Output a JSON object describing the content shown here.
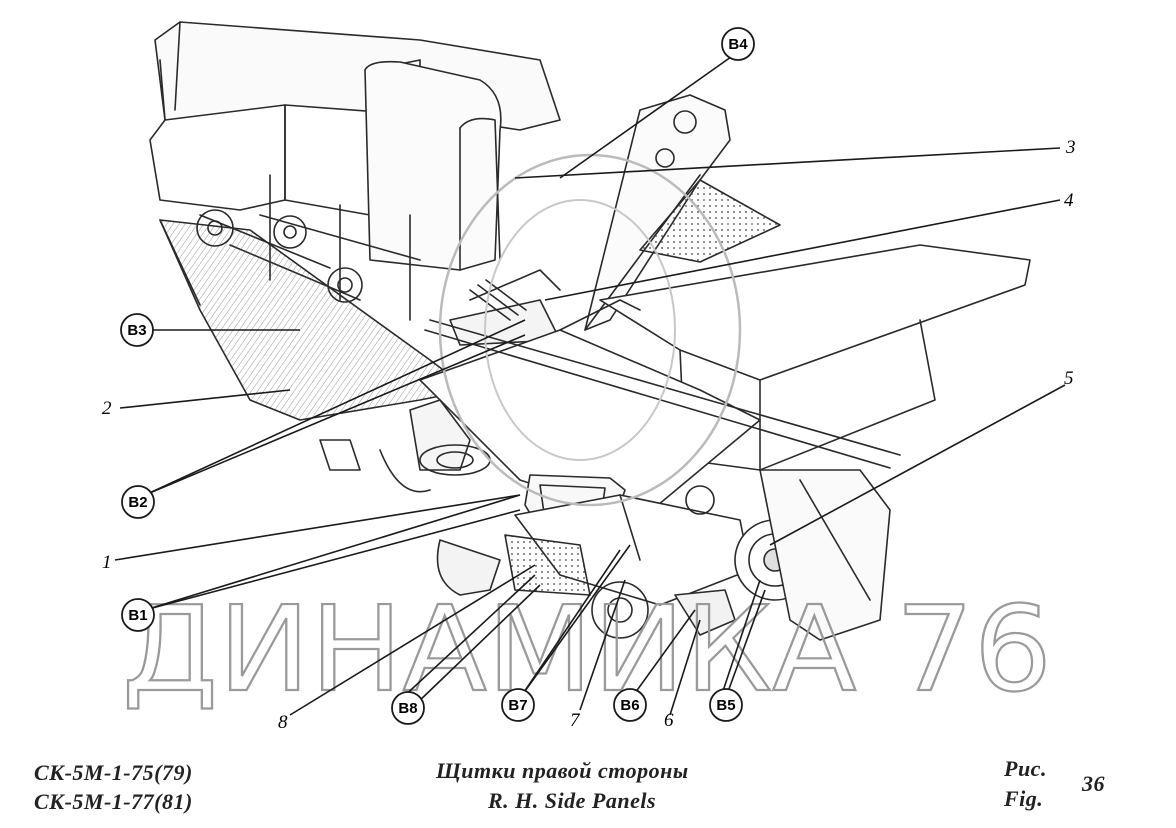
{
  "watermark": "ДИНАМИКА 76",
  "callouts": [
    {
      "id": "B4",
      "label": "B4"
    },
    {
      "id": "B3",
      "label": "B3"
    },
    {
      "id": "B2",
      "label": "B2"
    },
    {
      "id": "B1",
      "label": "B1"
    },
    {
      "id": "B8",
      "label": "B8"
    },
    {
      "id": "B7",
      "label": "B7"
    },
    {
      "id": "B6",
      "label": "B6"
    },
    {
      "id": "B5",
      "label": "B5"
    }
  ],
  "part_numbers": [
    {
      "id": "p3",
      "label": "3"
    },
    {
      "id": "p4",
      "label": "4"
    },
    {
      "id": "p2",
      "label": "2"
    },
    {
      "id": "p5",
      "label": "5"
    },
    {
      "id": "p1",
      "label": "1"
    },
    {
      "id": "p8",
      "label": "8"
    },
    {
      "id": "p7",
      "label": "7"
    },
    {
      "id": "p6",
      "label": "6"
    }
  ],
  "footer": {
    "model_line_1": "СК-5М-1-75(79)",
    "model_line_2": "СК-5М-1-77(81)",
    "title_ru": "Щитки правой стороны",
    "title_en": "R. H. Side Panels",
    "fig_ru": "Рис.",
    "fig_en": "Fig.",
    "fig_number": "36"
  }
}
